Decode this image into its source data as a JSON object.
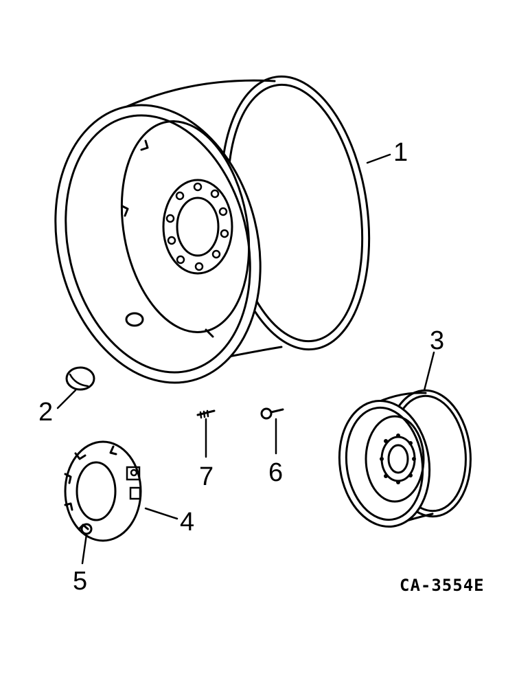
{
  "diagram": {
    "callouts": [
      {
        "id": "1",
        "label": "1"
      },
      {
        "id": "2",
        "label": "2"
      },
      {
        "id": "3",
        "label": "3"
      },
      {
        "id": "4",
        "label": "4"
      },
      {
        "id": "5",
        "label": "5"
      },
      {
        "id": "6",
        "label": "6"
      },
      {
        "id": "7",
        "label": "7"
      }
    ],
    "drawing_code": "CA-3554E"
  }
}
